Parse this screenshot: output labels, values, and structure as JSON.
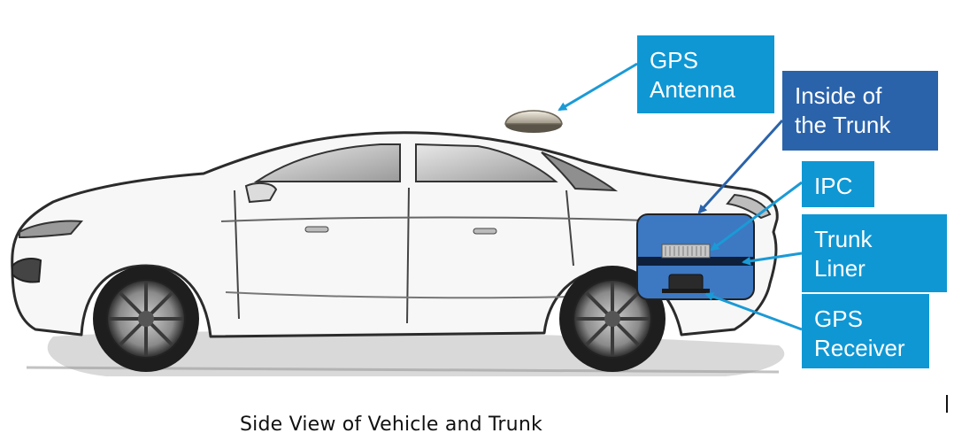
{
  "labels": {
    "gps_antenna": [
      "GPS",
      "Antenna"
    ],
    "inside_trunk": [
      "Inside of",
      "the Trunk"
    ],
    "ipc": [
      "IPC"
    ],
    "trunk_liner": [
      "Trunk",
      "Liner"
    ],
    "gps_receiver": [
      "GPS",
      "Receiver"
    ]
  },
  "caption": "Side View of Vehicle and Trunk",
  "colors": {
    "callout_light": "#0f97d4",
    "callout_dark": "#2a63aa",
    "arrow": "#1b9ad6",
    "trunk_fill": "#3d78c2",
    "liner_band": "#0d1f3a"
  }
}
